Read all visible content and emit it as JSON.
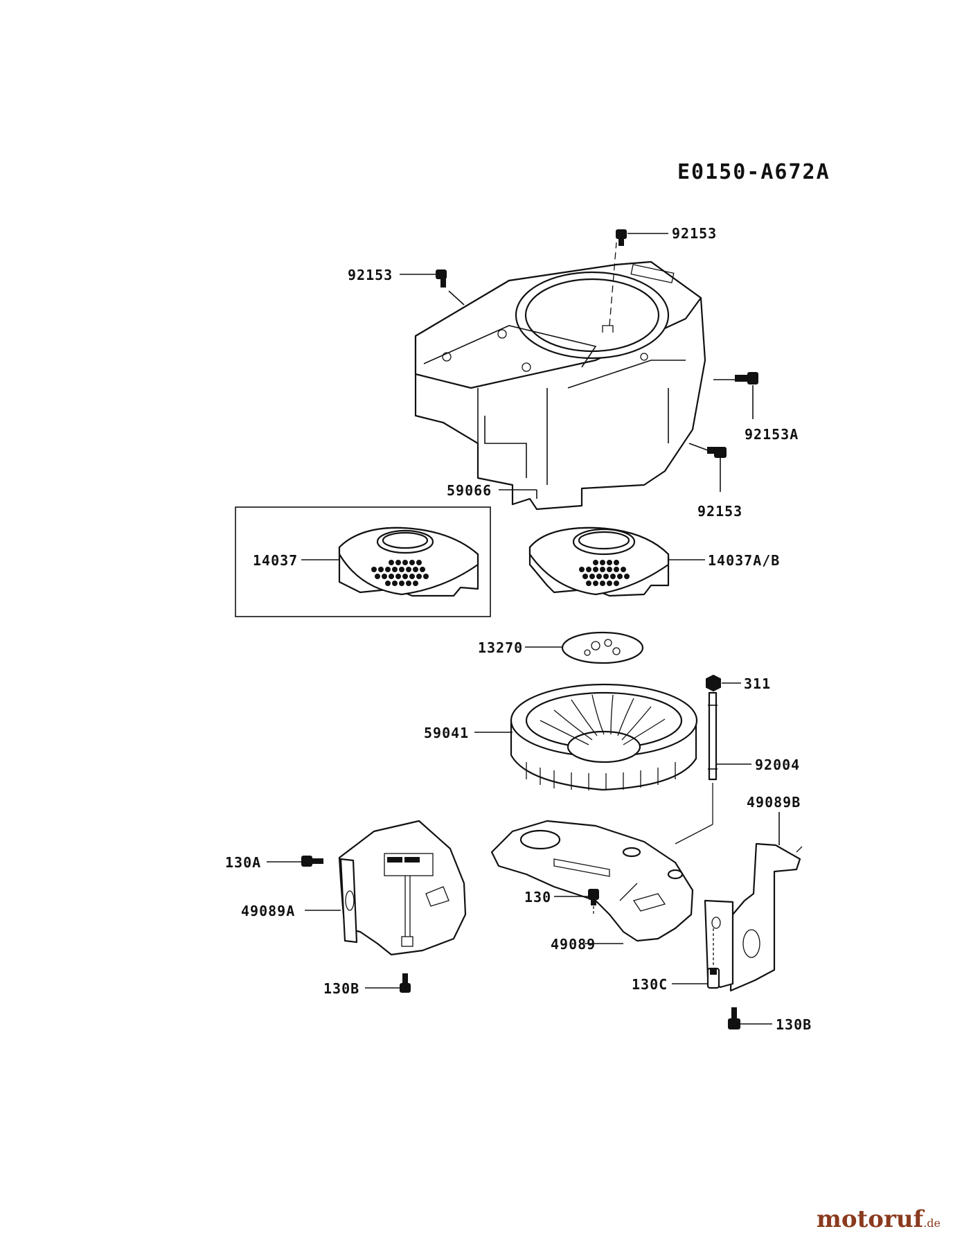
{
  "diagram_code": "E0150-A672A",
  "labels": {
    "bolt_top": "92153",
    "bolt_left": "92153",
    "bolt_side": "92153A",
    "bolt_lower": "92153",
    "housing": "59066",
    "screen_alt": "14037",
    "screen": "14037A/B",
    "plate": "13270",
    "nut": "311",
    "fan": "59041",
    "stud": "92004",
    "cover_right": "49089B",
    "bolt_130a": "130A",
    "cover_left": "49089A",
    "bolt_130": "130",
    "baffle": "49089",
    "bolt_130c": "130C",
    "bolt_130b_left": "130B",
    "bolt_130b_right": "130B"
  },
  "watermark": {
    "brand": "motoruf",
    "tld": ".de"
  }
}
